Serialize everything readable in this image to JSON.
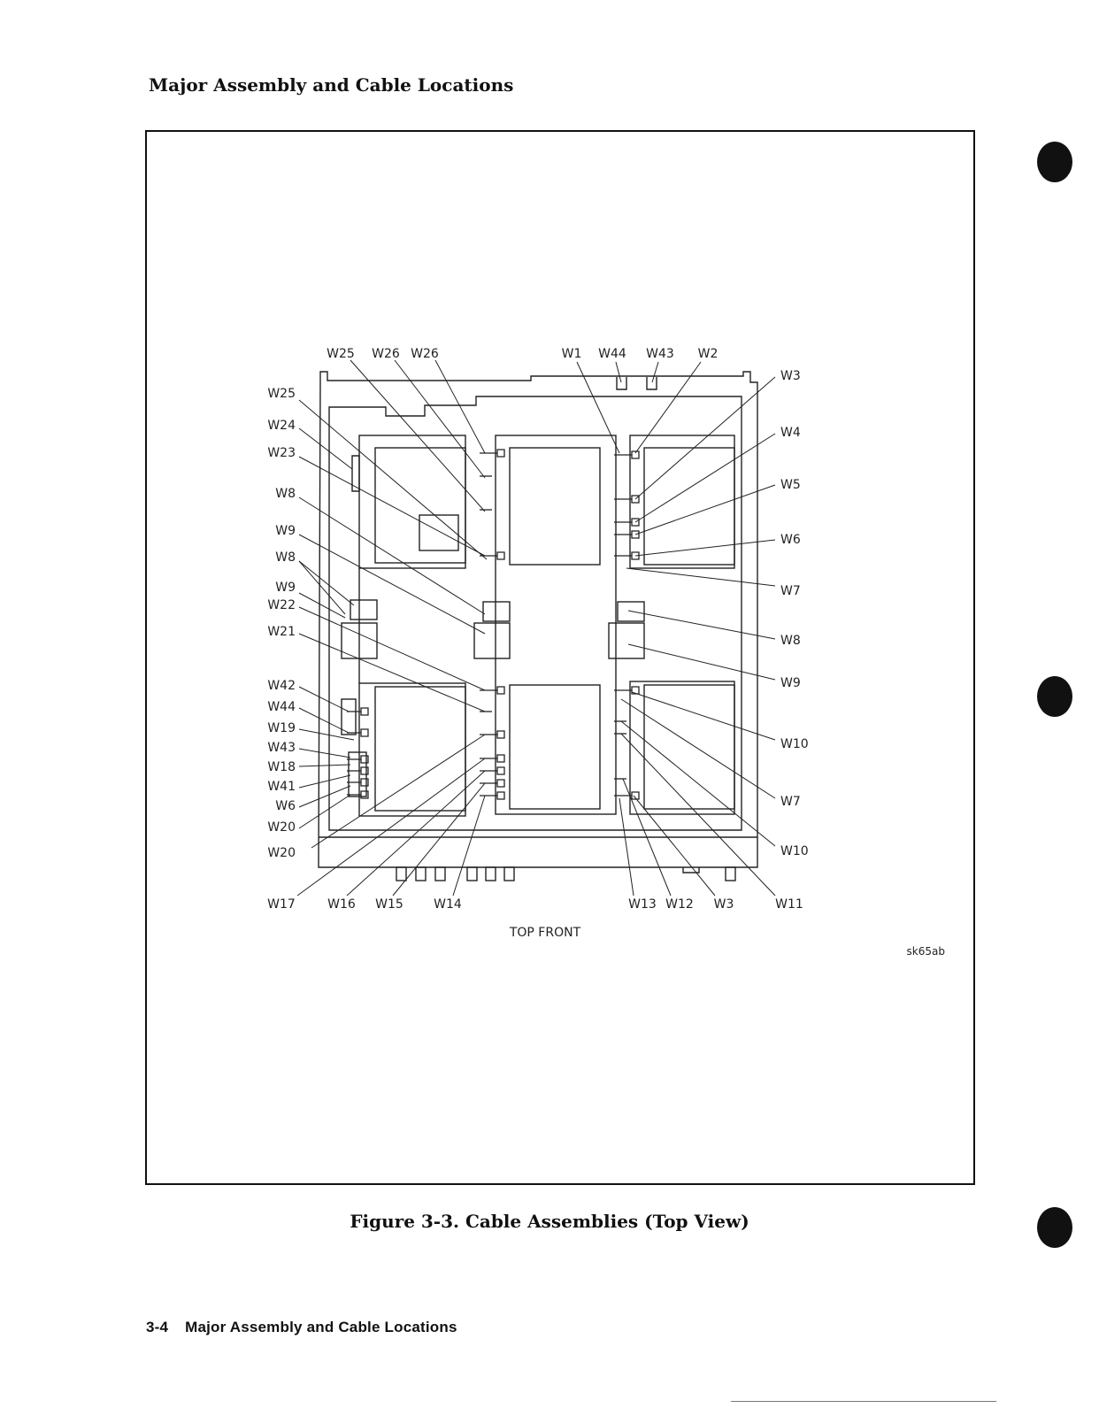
{
  "header": {
    "title": "Major Assembly and Cable Locations"
  },
  "figure": {
    "caption": "Figure 3-3. Cable Assemblies (Top View)",
    "orientation_label": "TOP FRONT",
    "drawing_id": "sk65ab",
    "callouts": {
      "top": [
        "W25",
        "W26",
        "W26",
        "W1",
        "W44",
        "W43",
        "W2"
      ],
      "left": [
        "W25",
        "W24",
        "W23",
        "W8",
        "W9",
        "W8",
        "W9",
        "W22",
        "W21",
        "W42",
        "W44",
        "W19",
        "W43",
        "W18",
        "W41",
        "W6",
        "W20",
        "W20"
      ],
      "right": [
        "W3",
        "W4",
        "W5",
        "W6",
        "W7",
        "W8",
        "W9",
        "W10",
        "W7",
        "W10"
      ],
      "bottom": [
        "W17",
        "W16",
        "W15",
        "W14",
        "W13",
        "W12",
        "W3",
        "W11"
      ]
    }
  },
  "footer": {
    "page_number": "3-4",
    "section_title": "Major Assembly and Cable Locations"
  }
}
